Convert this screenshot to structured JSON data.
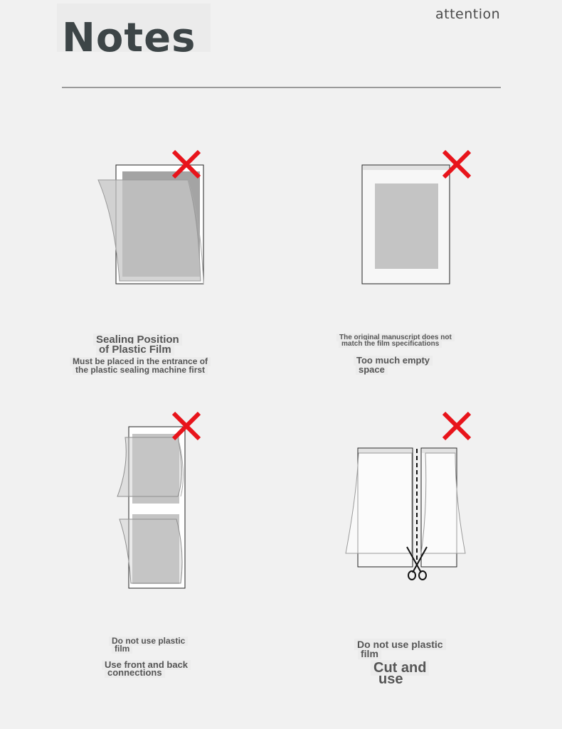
{
  "header": {
    "title": "Notes",
    "tag": "attention"
  },
  "notes": [
    {
      "title_line1": "Sealing Position",
      "title_line2": "of Plastic Film",
      "desc_line1": "Must be placed in the entrance of",
      "desc_line2": "the plastic sealing machine first",
      "mark": "cross-icon"
    },
    {
      "title_line1": "The original manuscript does not",
      "title_line2": "match the film specifications",
      "desc_line1": "Too much empty",
      "desc_line2": "space",
      "mark": "cross-icon"
    },
    {
      "title_line1": "Do not use plastic",
      "title_line2": "film",
      "desc_line1": "Use front and back",
      "desc_line2": "connections",
      "mark": "cross-icon"
    },
    {
      "title_line1": "Do not use plastic",
      "title_line2": "film",
      "desc_line1": "Cut and",
      "desc_line2": "use",
      "mark": "cross-icon"
    }
  ],
  "colors": {
    "background": "#f1f1f1",
    "cross": "#e8141b",
    "document": "#c4c4c4",
    "title_text": "#3d4547"
  }
}
